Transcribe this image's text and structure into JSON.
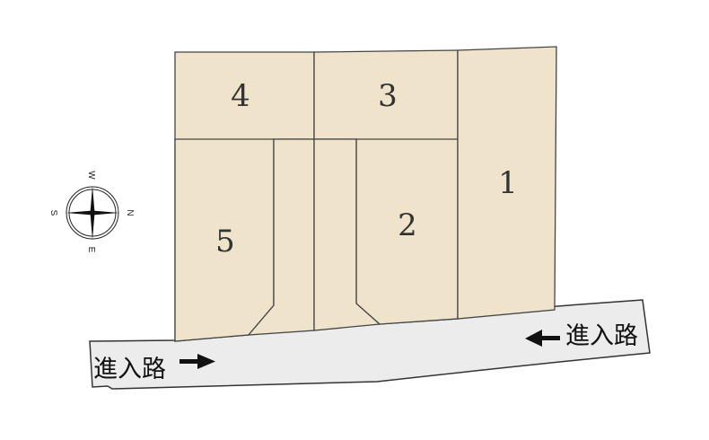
{
  "lots": [
    {
      "number": "1"
    },
    {
      "number": "2"
    },
    {
      "number": "3"
    },
    {
      "number": "4"
    },
    {
      "number": "5"
    }
  ],
  "road": {
    "label_left": "進入路",
    "label_right": "進入路",
    "arrow_left_direction": "right",
    "arrow_right_direction": "left"
  },
  "compass": {
    "top": "W",
    "right": "N",
    "bottom": "E",
    "left": "S"
  },
  "colors": {
    "lot_fill": "#efe3cb",
    "road_fill": "#ececec",
    "line": "#444444"
  }
}
